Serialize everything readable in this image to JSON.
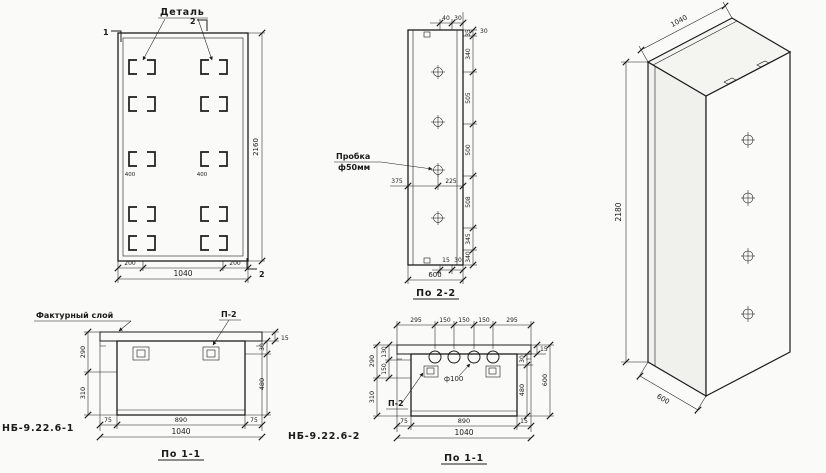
{
  "drawing": {
    "paper_color": "#fafaf8",
    "line_color": "#1c1c1c"
  },
  "front_view": {
    "title": "Деталь",
    "marker_top_left": "1",
    "marker_top_right": "2",
    "marker_bottom_right": "2",
    "dim_height": "2160",
    "dim_width": "1040",
    "dim_left": "200",
    "dim_right": "200",
    "anchor_mark_left": "400",
    "anchor_mark_right": "400"
  },
  "side_view": {
    "label": "По 2-2",
    "plug_line1": "Пробка",
    "plug_line2": "ф50мм",
    "dim_top": [
      "40",
      "30"
    ],
    "dim_top_right": "30",
    "right_chain": [
      "35",
      "340",
      "505",
      "500",
      "508",
      "345",
      "340"
    ],
    "dim_plug": [
      "375",
      "225"
    ],
    "dim_bottom": [
      "15",
      "30"
    ],
    "dim_width": "600"
  },
  "iso_view": {
    "dim_width": "1040",
    "dim_height": "2180",
    "dim_depth": "600"
  },
  "section_1": {
    "code": "НБ-9.22.6-1",
    "view_label": "По 1-1",
    "facing_label": "Фактурный слой",
    "anchor_label": "П-2",
    "dim_left_top": "290",
    "dim_left_bottom": "310",
    "dim_right_top": "15",
    "dim_right_mid": "30",
    "dim_right_main": "480",
    "dim_bottom": [
      "75",
      "890",
      "75"
    ],
    "dim_total": "1040"
  },
  "section_2": {
    "code": "НБ-9.22.6-2",
    "view_label": "По 1-1",
    "hole_label": "ф100",
    "anchor_label": "П-2",
    "dim_top": [
      "295",
      "150",
      "150",
      "150",
      "295"
    ],
    "dim_left_inner": [
      "130",
      "150"
    ],
    "dim_left_top": "290",
    "dim_left_bottom": "310",
    "dim_right_top": "15",
    "dim_right_mid": "30",
    "dim_right_main": "480",
    "dim_right_total": "600",
    "dim_bottom": [
      "75",
      "890",
      "15"
    ],
    "dim_total": "1040"
  }
}
